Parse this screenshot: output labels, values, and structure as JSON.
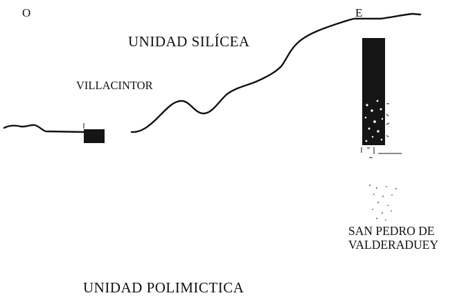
{
  "labels": {
    "west": "O",
    "east": "E",
    "unit_top": "UNIDAD SILÍCEA",
    "unit_bottom": "UNIDAD POLIMICTICA",
    "town_west": "VILLACINTOR",
    "town_east_line1": "SAN PEDRO DE",
    "town_east_line2": "VALDERADUEY"
  },
  "colors": {
    "ink": "#111111",
    "fill": "#151515",
    "background": "#ffffff"
  }
}
